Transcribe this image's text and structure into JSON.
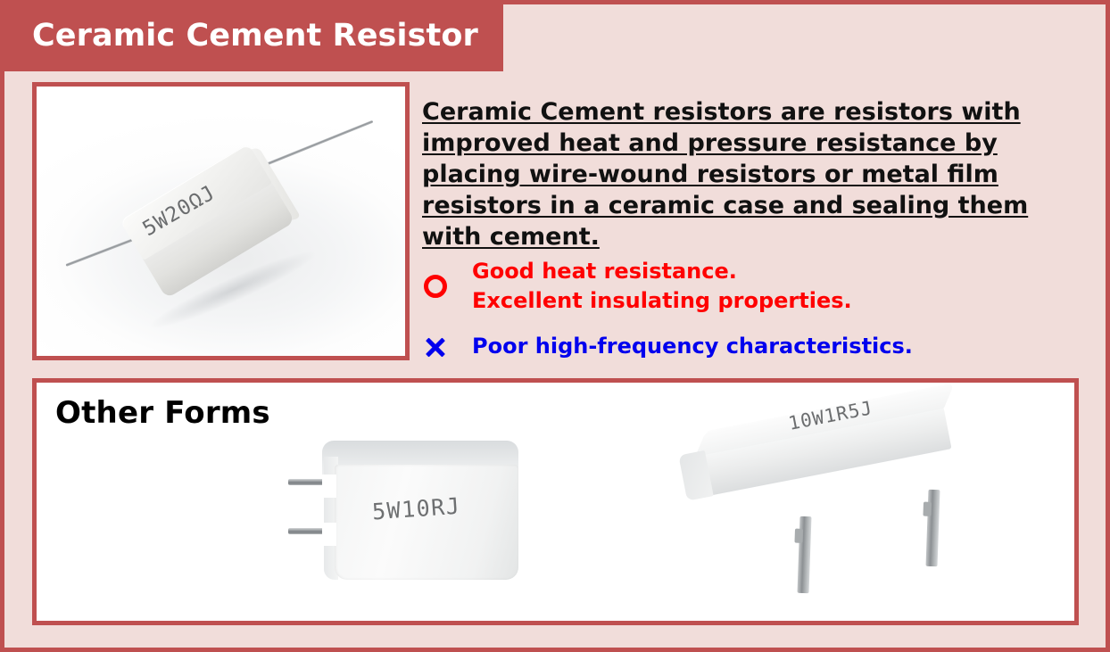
{
  "header": {
    "title": "Ceramic Cement Resistor",
    "bar_color": "#bf5050"
  },
  "theme": {
    "background": "#f1ddda",
    "border": "#bf5050",
    "panel": "#ffffff",
    "pros_color": "#ff0000",
    "cons_color": "#0000ee",
    "text_color": "#111111"
  },
  "main_photo": {
    "caption_marking": "5W20ΩJ",
    "alt": "angled white ceramic cement resistor with axial wire leads"
  },
  "description": "Ceramic Cement resistors are resistors with improved heat and pressure resistance by placing wire-wound resistors or metal film resistors in a ceramic case and sealing them with cement.",
  "pros": {
    "symbol": "O",
    "lines": [
      "Good heat resistance.",
      "Excellent insulating properties."
    ]
  },
  "cons": {
    "symbol": "X",
    "lines": [
      "Poor high-frequency characteristics."
    ]
  },
  "other_forms": {
    "title": "Other Forms",
    "items": [
      {
        "marking": "5W10RJ",
        "alt": "rectangular vertical-mount ceramic resistor with two horizontal wire leads"
      },
      {
        "marking": "10W1R5J",
        "alt": "long bar ceramic resistor with two downward tab terminals"
      }
    ]
  }
}
